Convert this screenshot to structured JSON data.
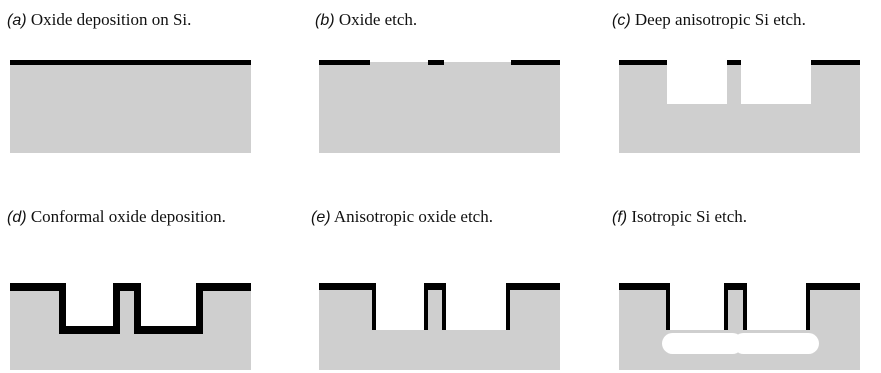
{
  "colors": {
    "silicon": "#cfcfcf",
    "oxide": "#000000",
    "background": "#ffffff"
  },
  "panels": [
    {
      "letter": "a",
      "open": "(",
      "close": ")",
      "text": " Oxide deposition on Si",
      "dot": "."
    },
    {
      "letter": "b",
      "open": "(",
      "close": ")",
      "text": " Oxide etch",
      "dot": "."
    },
    {
      "letter": "c",
      "open": "(",
      "close": ")",
      "text": " Deep anisotropic Si etch",
      "dot": "."
    },
    {
      "letter": "d",
      "open": "(",
      "close": ")",
      "text": " Conformal oxide deposition",
      "dot": "."
    },
    {
      "letter": "e",
      "open": "(",
      "close": ")",
      "text": " Anisotropic oxide etch",
      "dot": "."
    },
    {
      "letter": "f",
      "open": "(",
      "close": ")",
      "text": " Isotropic Si etch",
      "dot": "."
    }
  ]
}
